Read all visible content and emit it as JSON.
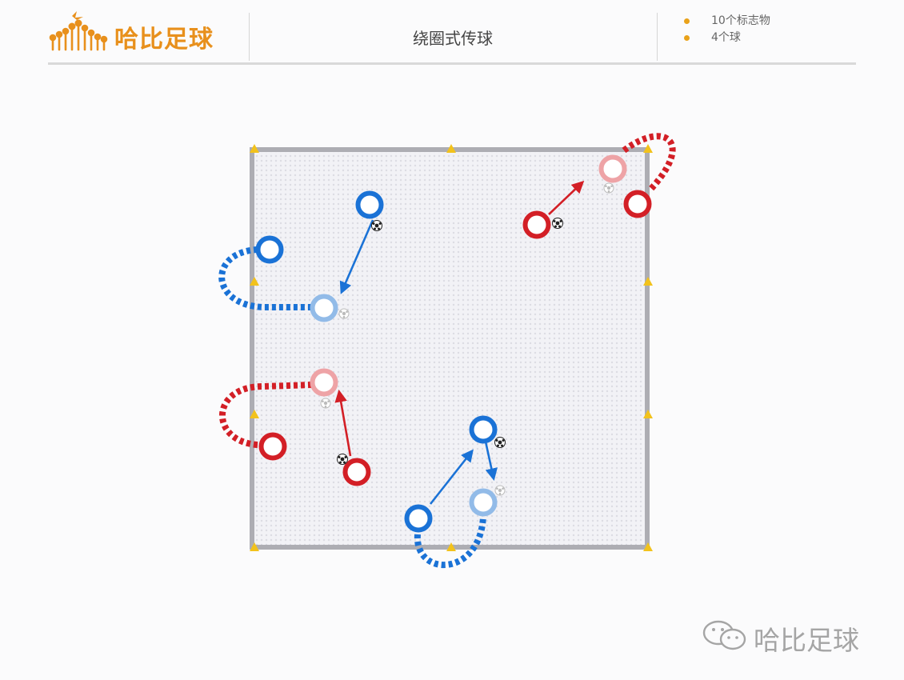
{
  "brand": {
    "name": "哈比足球",
    "accent": "#e8901c"
  },
  "header": {
    "title": "绕圈式传球"
  },
  "equipment": [
    {
      "label": "10个标志物"
    },
    {
      "label": "4个球"
    }
  ],
  "watermark": {
    "text": "哈比足球"
  },
  "colors": {
    "team_blue": "#1a72d6",
    "team_blue_faded": "#92bbe8",
    "team_red": "#d31f26",
    "team_red_faded": "#eea3a6",
    "cone": "#f2c21c",
    "field_border": "#adadb3"
  }
}
